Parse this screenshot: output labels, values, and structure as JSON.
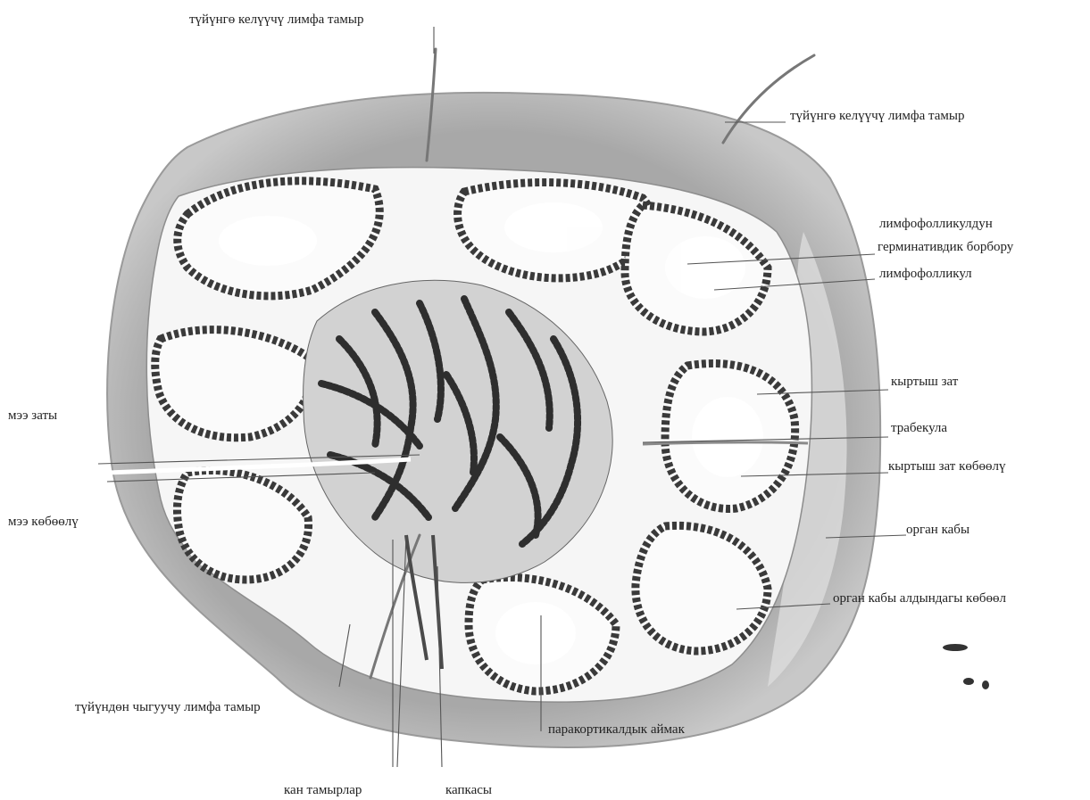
{
  "labels": {
    "afferent_top": "түйүнгө келүүчү лимфа тамыр",
    "afferent_right": "түйүнгө келүүчү лимфа тамыр",
    "germinal_center_1": "лимфофолликулдун",
    "germinal_center_2": "герминативдик борбору",
    "follicle": "лимфофолликул",
    "cortex": "кыртыш зат",
    "trabecula": "трабекула",
    "cortical_sinus": "кыртыш зат көбөөлү",
    "capsule": "орган кабы",
    "subcapsular_sinus": "орган кабы алдындагы көбөөл",
    "paracortical": "паракортикалдык аймак",
    "hilum": "капкасы",
    "blood_vessels": "кан тамырлар",
    "efferent": "түйүндөн чыгуучу лимфа тамыр",
    "medullary_sinus": "мээ көбөөлү",
    "medulla": "мээ заты"
  },
  "colors": {
    "capsule": "#b3b3b3",
    "cortex": "#f5f5f5",
    "follicle_cells": "#3a3a3a",
    "medulla": "#d0d0d0",
    "lines": "#555555"
  }
}
